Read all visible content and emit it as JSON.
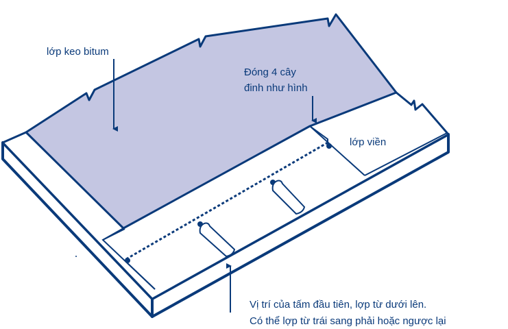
{
  "labels": {
    "bitumin_layer": "lớp keo bitum",
    "nail_instruction_line1": "Đóng 4 cây",
    "nail_instruction_line2": "đinh như hình",
    "edge_layer": "lớp viền",
    "first_sheet_line1": "Vị trí của tấm đầu tiên, lợp từ dưới lên.",
    "first_sheet_line2": "Có thể lợp từ trái sang phải hoặc ngược lại"
  },
  "colors": {
    "outline": "#0a3a7a",
    "bitumin_fill": "#c4c6e2",
    "roof_fill": "#ffffff",
    "text": "#0a3a7a"
  }
}
